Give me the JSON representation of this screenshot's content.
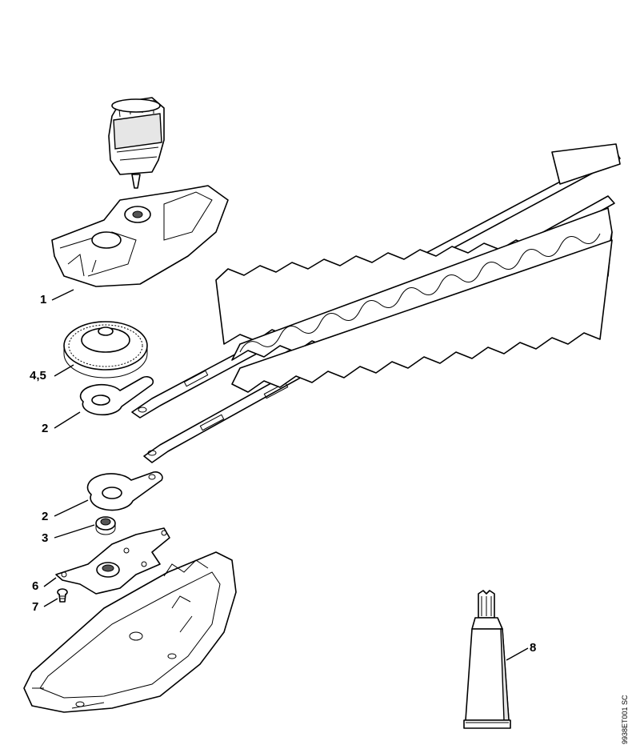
{
  "callouts": {
    "c1": "1",
    "c45": "4,5",
    "c2a": "2",
    "c2b": "2",
    "c3": "3",
    "c6": "6",
    "c7": "7",
    "c8": "8"
  },
  "document_id": "9938ET001 SC",
  "parts": {
    "motor": "motor-icon",
    "gear_housing": "gear-housing-icon",
    "gear": "gear-icon",
    "connecting_rod": "connecting-rod-icon",
    "cutter_blades": "cutter-blade-icon",
    "ball_bearing": "ball-bearing-icon",
    "bearing_plate": "bearing-plate-icon",
    "screw": "screw-icon",
    "cover": "cover-icon",
    "grease_tube": "grease-tube-icon"
  }
}
